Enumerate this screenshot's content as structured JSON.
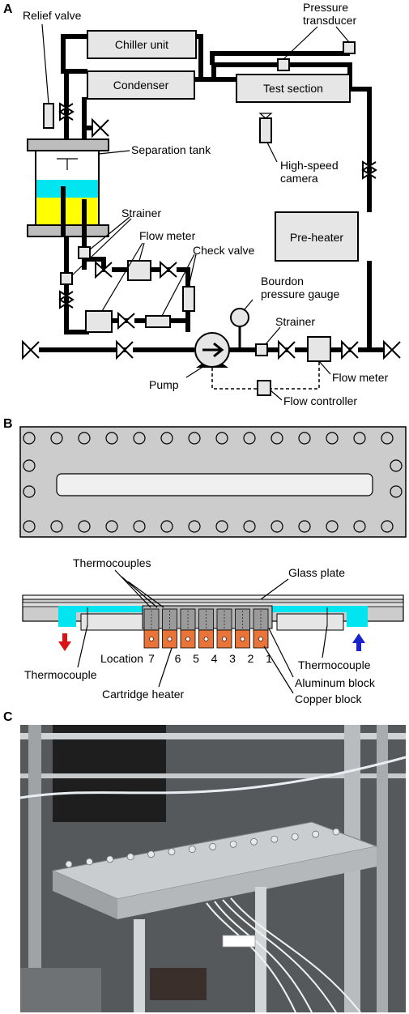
{
  "panels": {
    "a": "A",
    "b": "B",
    "c": "C"
  },
  "diagram_a": {
    "relief_valve": "Relief valve",
    "chiller_unit": "Chiller unit",
    "condenser": "Condenser",
    "pressure_transducer_1": "Pressure",
    "pressure_transducer_2": "transducer",
    "test_section": "Test section",
    "separation_tank": "Separation tank",
    "high_speed_camera_1": "High-speed",
    "high_speed_camera_2": "camera",
    "strainer_left": "Strainer",
    "flow_meter_left": "Flow meter",
    "check_valve": "Check valve",
    "pre_heater": "Pre-heater",
    "bourdon_1": "Bourdon",
    "bourdon_2": "pressure gauge",
    "strainer_right": "Strainer",
    "pump": "Pump",
    "flow_meter_right": "Flow meter",
    "flow_controller": "Flow controller"
  },
  "diagram_b": {
    "thermocouples": "Thermocouples",
    "glass_plate": "Glass plate",
    "location_prefix": "Location",
    "locations": [
      "7",
      "6",
      "5",
      "4",
      "3",
      "2",
      "1"
    ],
    "thermocouple_left": "Thermocouple",
    "thermocouple_right": "Thermocouple",
    "aluminum_block": "Aluminum block",
    "cartridge_heater": "Cartridge heater",
    "copper_block": "Copper block"
  },
  "colors": {
    "water": "#00e5f0",
    "oil": "#ffff00",
    "copper": "#e8743a",
    "arrow_out": "#dd1111",
    "arrow_in": "#1a22cc",
    "plate": "#cccccc"
  }
}
